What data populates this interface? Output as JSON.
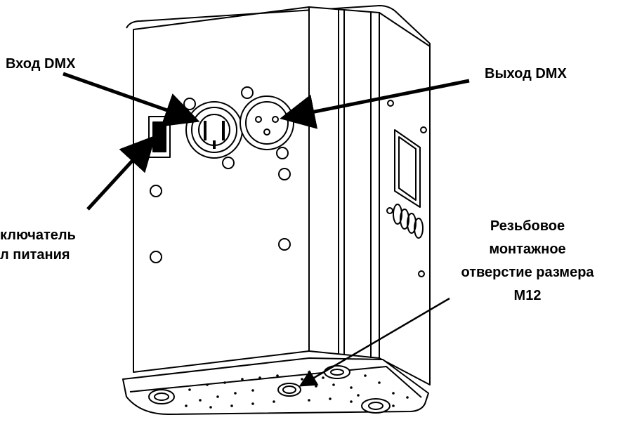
{
  "labels": {
    "dmx_in": "Вход DMX",
    "dmx_out": "Выход DMX",
    "power_switch_line1": "ключатель",
    "power_switch_line2": "л питания",
    "mount_hole_line1": "Резьбовое",
    "mount_hole_line2": "монтажное",
    "mount_hole_line3": "отверстие размера",
    "mount_hole_line4": "M12"
  },
  "colors": {
    "line": "#000000",
    "background": "#ffffff"
  }
}
